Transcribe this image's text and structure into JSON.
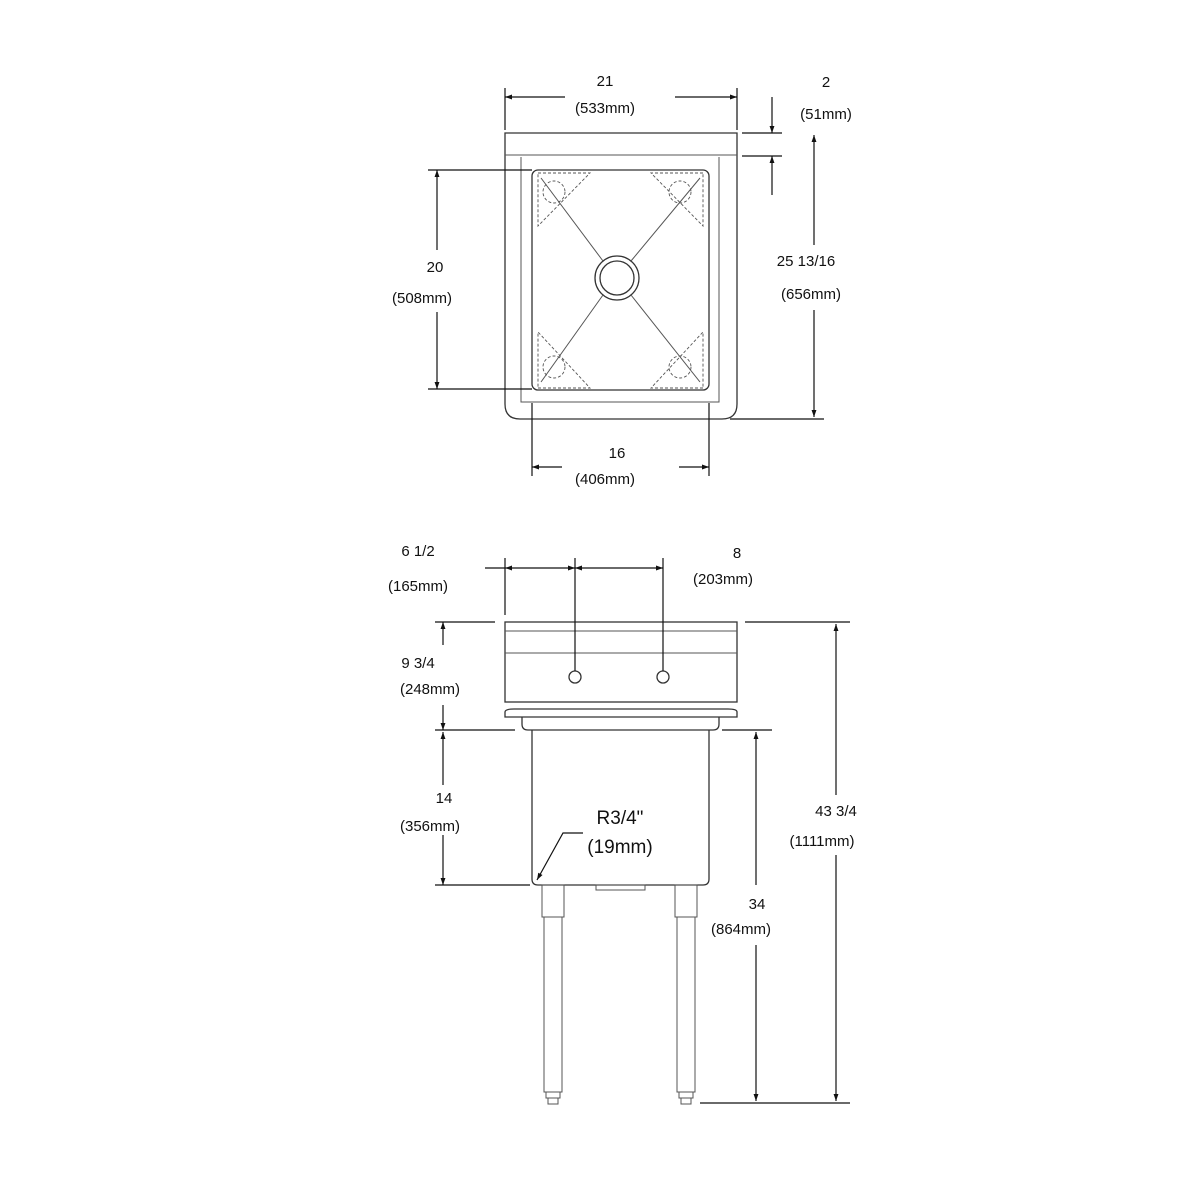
{
  "top_view": {
    "width": {
      "imperial": "21",
      "metric": "(533mm)"
    },
    "backsplash": {
      "imperial": "2",
      "metric": "(51mm)"
    },
    "depth": {
      "imperial": "25 13/16",
      "metric": "(656mm)"
    },
    "bowl_depth": {
      "imperial": "20",
      "metric": "(508mm)"
    },
    "bowl_width": {
      "imperial": "16",
      "metric": "(406mm)"
    }
  },
  "front_view": {
    "faucet_offset": {
      "imperial": "6 1/2",
      "metric": "(165mm)"
    },
    "faucet_spacing": {
      "imperial": "8",
      "metric": "(203mm)"
    },
    "backsplash_height": {
      "imperial": "9 3/4",
      "metric": "(248mm)"
    },
    "bowl_height": {
      "imperial": "14",
      "metric": "(356mm)"
    },
    "radius": {
      "imperial": "R3/4\"",
      "metric": "(19mm)"
    },
    "rim_height": {
      "imperial": "34",
      "metric": "(864mm)"
    },
    "overall_height": {
      "imperial": "43 3/4",
      "metric": "(1111mm)"
    }
  }
}
